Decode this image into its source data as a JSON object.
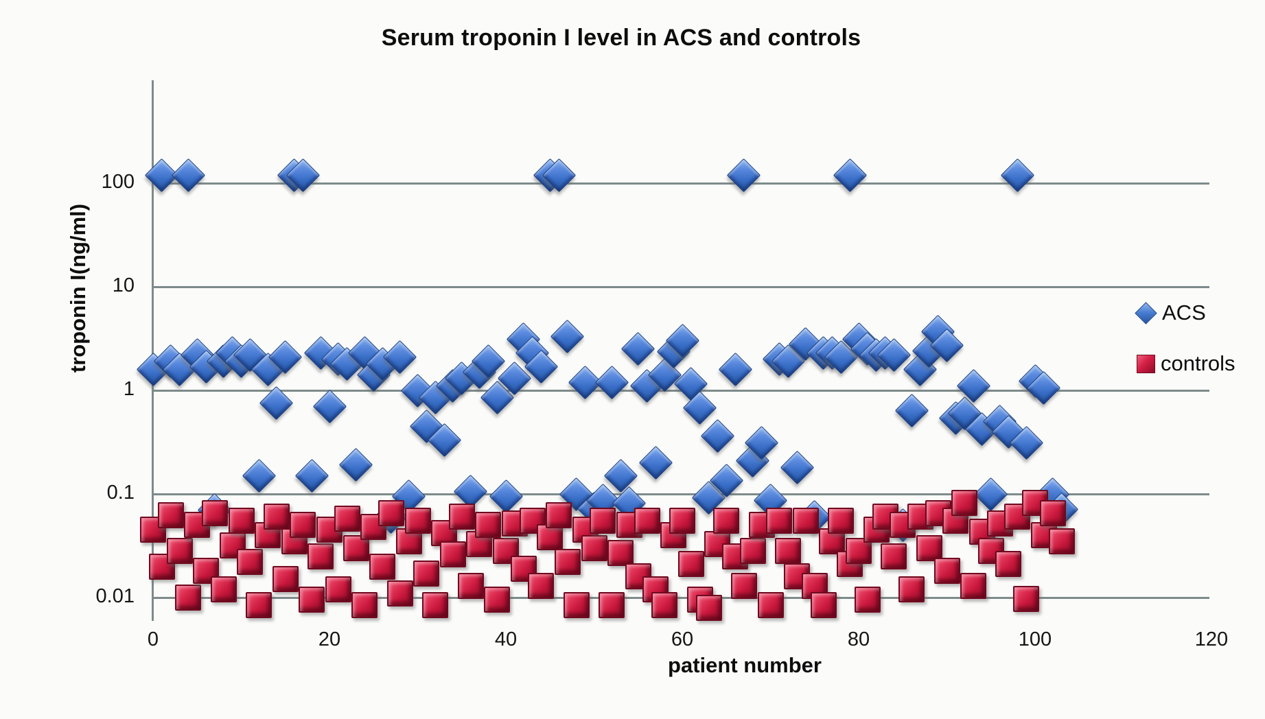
{
  "chart_data": {
    "type": "scatter",
    "title": "Serum troponin I level in ACS and controls",
    "xlabel": "patient number",
    "ylabel": "troponin I(ng/ml)",
    "y_scale": "log",
    "grid": true,
    "legend_position": "right",
    "x_axis": {
      "min": 0,
      "max": 120,
      "ticks": [
        0,
        20,
        40,
        60,
        80,
        100,
        120
      ]
    },
    "y_axis": {
      "ticks": [
        100,
        10,
        1,
        0.1,
        0.01
      ],
      "tick_labels": [
        "100",
        "10",
        "1",
        "0.1",
        "0.01"
      ]
    },
    "series": [
      {
        "name": "ACS",
        "marker": "diamond",
        "color": "#3a6fc8",
        "points": [
          [
            0,
            1.6
          ],
          [
            1,
            120
          ],
          [
            2,
            1.9
          ],
          [
            3,
            1.6
          ],
          [
            4,
            120
          ],
          [
            5,
            2.2
          ],
          [
            6,
            1.7
          ],
          [
            7,
            0.07
          ],
          [
            8,
            1.9
          ],
          [
            9,
            2.3
          ],
          [
            10,
            1.9
          ],
          [
            11,
            2.2
          ],
          [
            12,
            0.15
          ],
          [
            13,
            1.6
          ],
          [
            14,
            0.75
          ],
          [
            15,
            2.1
          ],
          [
            16,
            120
          ],
          [
            17,
            120
          ],
          [
            18,
            0.15
          ],
          [
            19,
            2.3
          ],
          [
            20,
            0.7
          ],
          [
            21,
            2.0
          ],
          [
            22,
            1.8
          ],
          [
            23,
            0.19
          ],
          [
            24,
            2.3
          ],
          [
            25,
            1.4
          ],
          [
            26,
            1.8
          ],
          [
            27,
            0.06
          ],
          [
            28,
            2.1
          ],
          [
            29,
            0.095
          ],
          [
            30,
            1.0
          ],
          [
            31,
            0.45
          ],
          [
            32,
            0.85
          ],
          [
            33,
            0.33
          ],
          [
            34,
            1.1
          ],
          [
            35,
            1.3
          ],
          [
            36,
            0.105
          ],
          [
            37,
            1.5
          ],
          [
            38,
            1.9
          ],
          [
            39,
            0.85
          ],
          [
            40,
            0.095
          ],
          [
            41,
            1.3
          ],
          [
            42,
            3.1
          ],
          [
            43,
            2.3
          ],
          [
            44,
            1.7
          ],
          [
            45,
            120
          ],
          [
            46,
            120
          ],
          [
            47,
            3.3
          ],
          [
            48,
            0.1
          ],
          [
            49,
            1.2
          ],
          [
            50,
            0.072
          ],
          [
            51,
            0.086
          ],
          [
            52,
            1.2
          ],
          [
            53,
            0.15
          ],
          [
            54,
            0.082
          ],
          [
            55,
            2.5
          ],
          [
            56,
            1.1
          ],
          [
            57,
            0.2
          ],
          [
            58,
            1.4
          ],
          [
            59,
            2.35
          ],
          [
            60,
            3.0
          ],
          [
            61,
            1.15
          ],
          [
            62,
            0.68
          ],
          [
            63,
            0.092
          ],
          [
            64,
            0.36
          ],
          [
            65,
            0.135
          ],
          [
            66,
            1.6
          ],
          [
            67,
            120
          ],
          [
            68,
            0.21
          ],
          [
            69,
            0.31
          ],
          [
            70,
            0.086
          ],
          [
            71,
            2.0
          ],
          [
            72,
            1.9
          ],
          [
            73,
            0.18
          ],
          [
            74,
            2.8
          ],
          [
            75,
            0.06
          ],
          [
            76,
            2.3
          ],
          [
            77,
            2.3
          ],
          [
            78,
            2.1
          ],
          [
            79,
            120
          ],
          [
            80,
            3.1
          ],
          [
            81,
            2.5
          ],
          [
            82,
            2.2
          ],
          [
            83,
            2.3
          ],
          [
            84,
            2.2
          ],
          [
            85,
            0.05
          ],
          [
            86,
            0.64
          ],
          [
            87,
            1.6
          ],
          [
            88,
            2.4
          ],
          [
            89,
            3.7
          ],
          [
            90,
            2.7
          ],
          [
            91,
            0.54
          ],
          [
            92,
            0.6
          ],
          [
            93,
            1.1
          ],
          [
            94,
            0.42
          ],
          [
            95,
            0.1
          ],
          [
            96,
            0.5
          ],
          [
            97,
            0.4
          ],
          [
            98,
            120
          ],
          [
            99,
            0.31
          ],
          [
            100,
            1.23
          ],
          [
            101,
            1.05
          ],
          [
            102,
            0.1
          ],
          [
            103,
            0.071
          ]
        ]
      },
      {
        "name": "controls",
        "marker": "square",
        "color": "#cf1740",
        "points": [
          [
            0,
            0.045
          ],
          [
            1,
            0.02
          ],
          [
            2,
            0.062
          ],
          [
            3,
            0.028
          ],
          [
            4,
            0.01
          ],
          [
            5,
            0.05
          ],
          [
            6,
            0.018
          ],
          [
            7,
            0.065
          ],
          [
            8,
            0.012
          ],
          [
            9,
            0.032
          ],
          [
            10,
            0.055
          ],
          [
            11,
            0.022
          ],
          [
            12,
            0.0085
          ],
          [
            13,
            0.04
          ],
          [
            14,
            0.06
          ],
          [
            15,
            0.015
          ],
          [
            16,
            0.035
          ],
          [
            17,
            0.05
          ],
          [
            18,
            0.0095
          ],
          [
            19,
            0.025
          ],
          [
            20,
            0.045
          ],
          [
            21,
            0.012
          ],
          [
            22,
            0.058
          ],
          [
            23,
            0.03
          ],
          [
            24,
            0.0085
          ],
          [
            25,
            0.048
          ],
          [
            26,
            0.02
          ],
          [
            27,
            0.065
          ],
          [
            28,
            0.011
          ],
          [
            29,
            0.035
          ],
          [
            30,
            0.055
          ],
          [
            31,
            0.017
          ],
          [
            32,
            0.0085
          ],
          [
            33,
            0.042
          ],
          [
            34,
            0.026
          ],
          [
            35,
            0.06
          ],
          [
            36,
            0.013
          ],
          [
            37,
            0.033
          ],
          [
            38,
            0.05
          ],
          [
            39,
            0.0095
          ],
          [
            40,
            0.028
          ],
          [
            41,
            0.052
          ],
          [
            42,
            0.019
          ],
          [
            43,
            0.055
          ],
          [
            44,
            0.013
          ],
          [
            45,
            0.038
          ],
          [
            46,
            0.062
          ],
          [
            47,
            0.022
          ],
          [
            48,
            0.0085
          ],
          [
            49,
            0.045
          ],
          [
            50,
            0.03
          ],
          [
            51,
            0.055
          ],
          [
            52,
            0.0085
          ],
          [
            53,
            0.027
          ],
          [
            54,
            0.05
          ],
          [
            55,
            0.016
          ],
          [
            56,
            0.055
          ],
          [
            57,
            0.012
          ],
          [
            58,
            0.0085
          ],
          [
            59,
            0.04
          ],
          [
            60,
            0.055
          ],
          [
            61,
            0.021
          ],
          [
            62,
            0.0095
          ],
          [
            63,
            0.008
          ],
          [
            64,
            0.033
          ],
          [
            65,
            0.055
          ],
          [
            66,
            0.025
          ],
          [
            67,
            0.013
          ],
          [
            68,
            0.028
          ],
          [
            69,
            0.05
          ],
          [
            70,
            0.0085
          ],
          [
            71,
            0.055
          ],
          [
            72,
            0.028
          ],
          [
            73,
            0.016
          ],
          [
            74,
            0.055
          ],
          [
            75,
            0.013
          ],
          [
            76,
            0.0085
          ],
          [
            77,
            0.035
          ],
          [
            78,
            0.055
          ],
          [
            79,
            0.021
          ],
          [
            80,
            0.028
          ],
          [
            81,
            0.0095
          ],
          [
            82,
            0.045
          ],
          [
            83,
            0.06
          ],
          [
            84,
            0.025
          ],
          [
            85,
            0.05
          ],
          [
            86,
            0.012
          ],
          [
            87,
            0.06
          ],
          [
            88,
            0.03
          ],
          [
            89,
            0.065
          ],
          [
            90,
            0.018
          ],
          [
            91,
            0.055
          ],
          [
            92,
            0.082
          ],
          [
            93,
            0.013
          ],
          [
            94,
            0.043
          ],
          [
            95,
            0.028
          ],
          [
            96,
            0.052
          ],
          [
            97,
            0.021
          ],
          [
            98,
            0.06
          ],
          [
            99,
            0.0097
          ],
          [
            100,
            0.082
          ],
          [
            101,
            0.04
          ],
          [
            102,
            0.065
          ],
          [
            103,
            0.035
          ]
        ]
      }
    ]
  }
}
